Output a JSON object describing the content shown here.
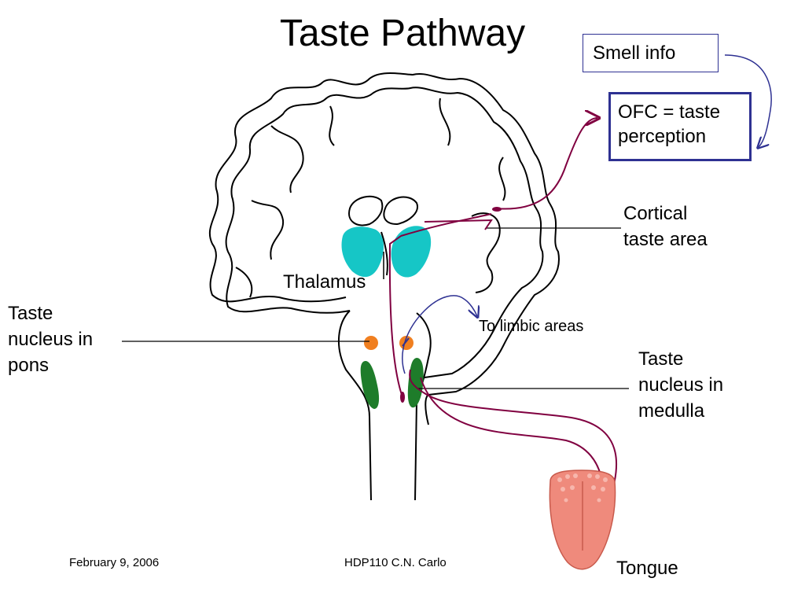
{
  "title": "Taste Pathway",
  "labels": {
    "smell_info": "Smell info",
    "ofc": [
      "OFC = taste",
      "perception"
    ],
    "cortical_taste_area": [
      "Cortical",
      "taste area"
    ],
    "thalamus": "Thalamus",
    "taste_nucleus_pons": [
      "Taste",
      "nucleus in",
      "pons"
    ],
    "to_limbic_areas": "To limbic areas",
    "taste_nucleus_medulla": [
      "Taste",
      "nucleus in",
      "medulla"
    ],
    "tongue": "Tongue"
  },
  "footer": {
    "date": "February 9, 2006",
    "course": "HDP110 C.N. Carlo"
  },
  "colors": {
    "thalamus": "#16c6c6",
    "pons_nucleus": "#f07f20",
    "medulla_nucleus": "#1e7c2a",
    "taste_pathway": "#800040",
    "smell_arrow": "#2e3192",
    "limbic_arrow": "#2e3192",
    "tongue": "#ef8a7c",
    "box_border": "#2e3192"
  }
}
